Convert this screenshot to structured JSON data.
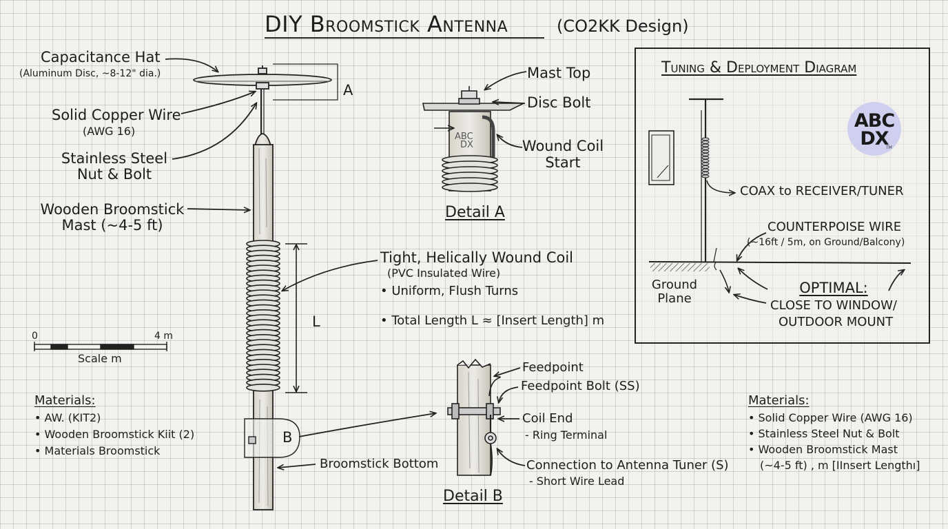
{
  "header": {
    "title": "DIY Broomstick Antenna",
    "subtitle": "(CO2KK Design)"
  },
  "labels": {
    "cap_hat": "Capacitance Hat",
    "cap_hat_sub": "(Aluminum Disc, ~8-12\" dia.)",
    "copper_wire": "Solid Copper Wire",
    "copper_wire_sub": "(AWG 16)",
    "steel_1": "Stainless Steel",
    "steel_2": "Nut & Bolt",
    "mast_1": "Wooden Broomstick",
    "mast_2": "Mast (~4-5 ft)",
    "marker_a": "A",
    "marker_b": "B",
    "marker_l": "L",
    "coil_title": "Tight, Helically Wound Coil",
    "coil_sub": "(PVC Insulated Wire)",
    "coil_b1": "• Uniform, Flush Turns",
    "coil_b2": "• Total Length L ≈ [Insert Length] m",
    "bottom": "Broomstick Bottom"
  },
  "scale": {
    "start": "0",
    "end": "4 m",
    "label": "Scale m"
  },
  "materials_left": {
    "title": "Materials:",
    "items": [
      "• AW. (KIT2)",
      "• Wooden Broomstick Kiit (2)",
      "• Materials Broomstick"
    ]
  },
  "materials_right": {
    "title": "Materials:",
    "items": [
      "• Solid Copper Wire (AWG 16)",
      "• Stainless Steel Nut & Bolt",
      "• Wooden Broomstick Mast",
      "(~4-5 ft) , m [IInsert Lengthı]"
    ]
  },
  "detail_a": {
    "title": "Detail A",
    "mast_top": "Mast Top",
    "disc_bolt": "Disc Bolt",
    "coil_start_1": "Wound Coil",
    "coil_start_2": "Start"
  },
  "detail_b": {
    "title": "Detail B",
    "feedpoint": "Feedpoint",
    "feed_bolt": "Feedpoint Bolt (SS)",
    "coil_end": "Coil End",
    "ring": "- Ring Terminal",
    "tuner": "Connection to Antenna Tuner (S)",
    "lead": "- Short Wire Lead"
  },
  "tuning": {
    "title": "Tuning & Deployment Diagram",
    "coax": "COAX to RECEIVER/TUNER",
    "counterpoise": "COUNTERPOISE WIRE",
    "counterpoise_sub": "(~16ft / 5m, on Ground/Balcony)",
    "ground_1": "Ground",
    "ground_2": "Plane",
    "optimal": "OPTIMAL:",
    "window_1": "CLOSE TO WINDOW/",
    "window_2": "OUTDOOR MOUNT"
  },
  "logo": {
    "line1": "ABC",
    "line2": "DX",
    "tm": "TM"
  },
  "colors": {
    "paper": "#f3f2ee",
    "grid": "#9a9a9a",
    "ink": "#1d1d1d",
    "logo": "#cfd0ef"
  }
}
